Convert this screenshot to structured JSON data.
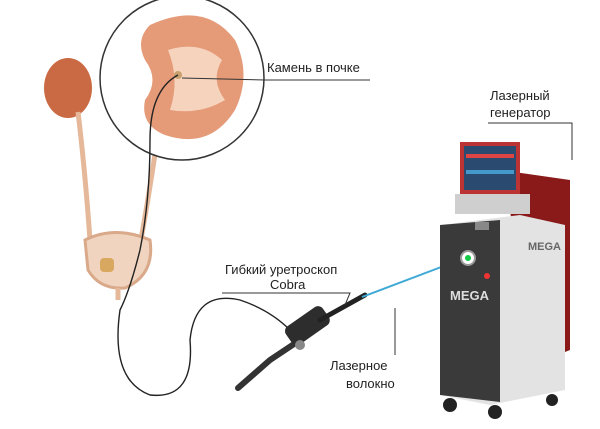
{
  "labels": {
    "kidney_stone": "Камень в почке",
    "laser_generator_1": "Лазерный",
    "laser_generator_2": "генератор",
    "ureteroscope_1": "Гибкий уретроскоп",
    "ureteroscope_2": "Cobra",
    "laser_fiber_1": "Лазерное",
    "laser_fiber_2": "волокно"
  },
  "device_logo": "MEGA",
  "colors": {
    "kidney": "#e8a07a",
    "stone_area": "#f4c9a8",
    "laser": "#3fa9d6",
    "generator_red": "#8a1a1a",
    "generator_body": "#d9d9d9"
  }
}
